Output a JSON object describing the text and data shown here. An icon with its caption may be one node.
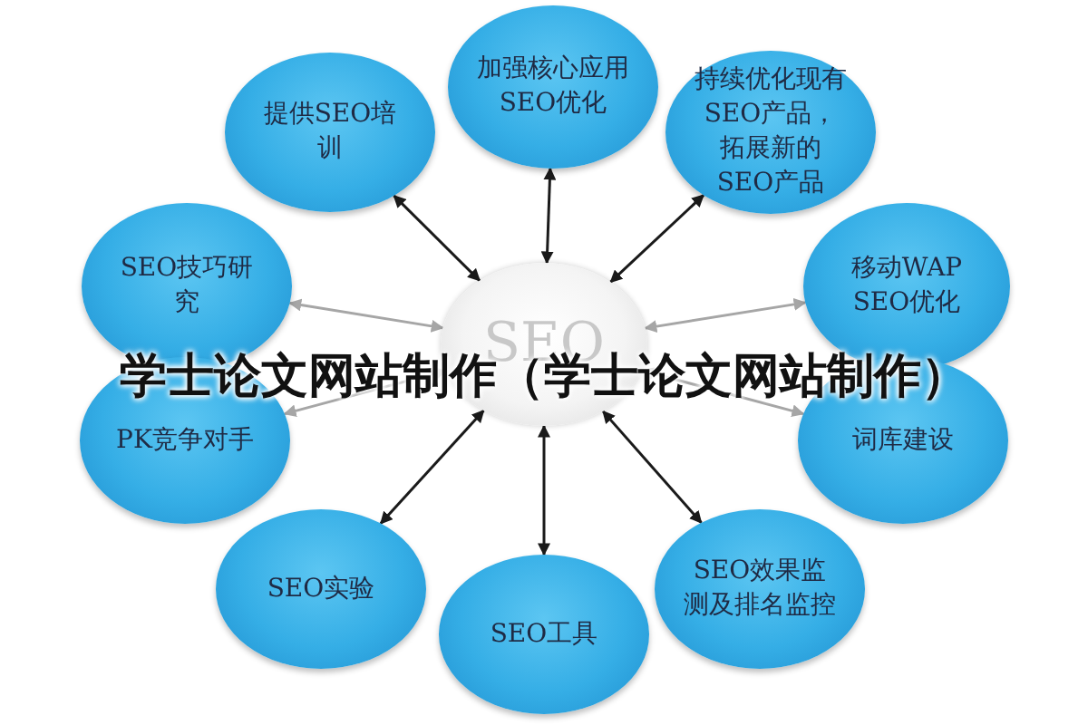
{
  "diagram": {
    "title": "学士论文网站制作（学士论文网站制作）",
    "nodes": [
      {
        "text": [
          "加强核心应用SEO优化"
        ]
      },
      {
        "text": [
          "提供SEO培训"
        ]
      },
      {
        "text": [
          "持续优化现有SEO产品，拓展新的SEO产品"
        ]
      },
      {
        "text": [
          "SEO技巧研究"
        ]
      },
      {
        "text": [
          "移动WAP SEO优化"
        ]
      },
      {
        "text": [
          "SEO"
        ]
      },
      {
        "text": [
          "PK竞争对手"
        ]
      },
      {
        "text": [
          "词库建设"
        ]
      },
      {
        "text": [
          "SEO实验"
        ]
      },
      {
        "text": [
          "SEO效果监测及排名监控"
        ]
      },
      {
        "text": [
          "SEO工具"
        ]
      }
    ],
    "edges": [
      {
        "from": 5,
        "to": 0,
        "arrow": "both"
      },
      {
        "from": 5,
        "to": 1,
        "arrow": "both"
      },
      {
        "from": 5,
        "to": 2,
        "arrow": "both"
      },
      {
        "from": 5,
        "to": 3,
        "arrow": "both",
        "color": "#a6a6a6"
      },
      {
        "from": 5,
        "to": 4,
        "arrow": "both",
        "color": "#a6a6a6"
      },
      {
        "from": 5,
        "to": 6,
        "arrow": "both",
        "color": "#a6a6a6"
      },
      {
        "from": 5,
        "to": 7,
        "arrow": "both",
        "color": "#a6a6a6"
      },
      {
        "from": 5,
        "to": 8,
        "arrow": "both"
      },
      {
        "from": 5,
        "to": 9,
        "arrow": "both"
      },
      {
        "from": 5,
        "to": 10,
        "arrow": "both"
      }
    ]
  }
}
